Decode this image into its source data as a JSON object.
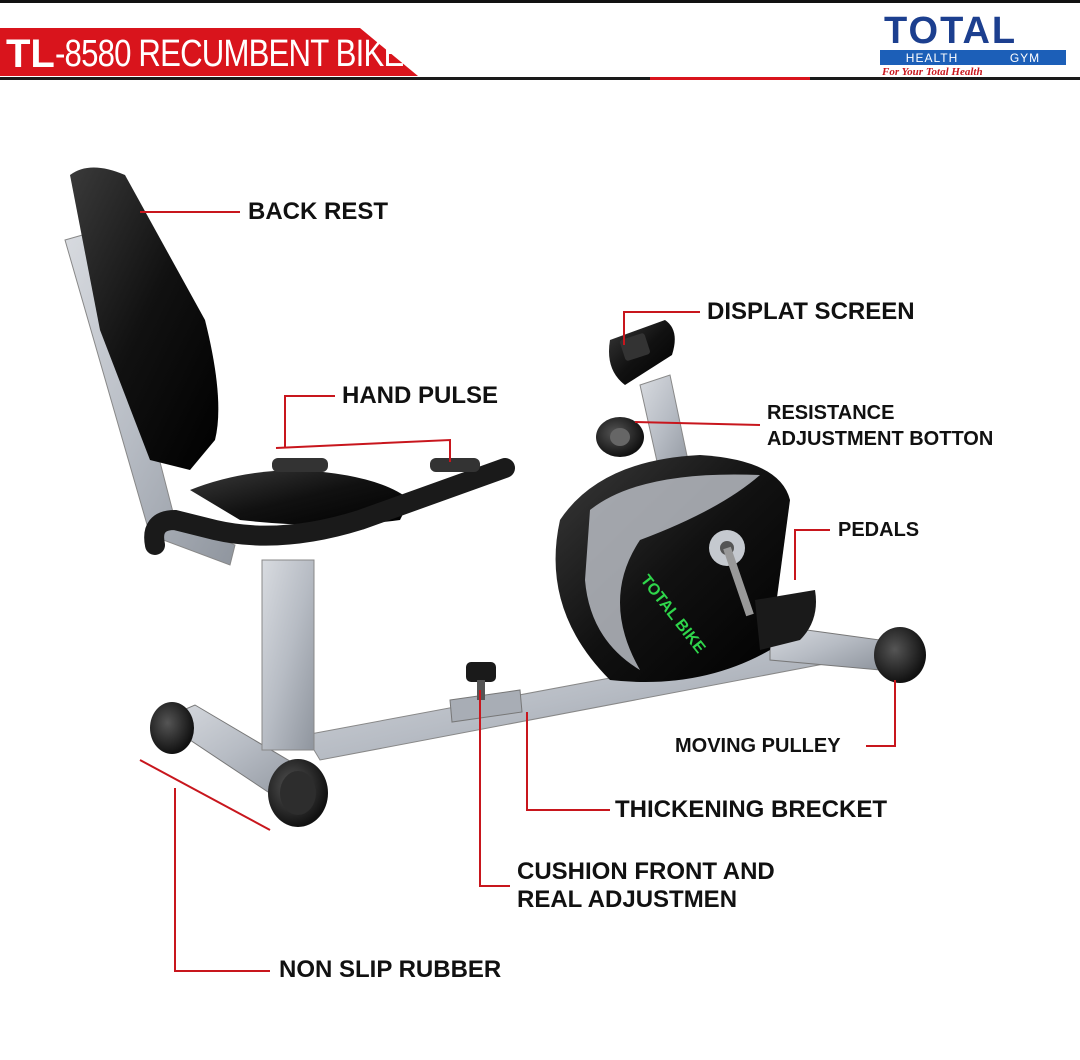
{
  "header": {
    "title_prefix": "TL",
    "title": "-8580 RECUMBENT BIKE",
    "accent_color": "#d9141c"
  },
  "logo": {
    "name": "TOTAL",
    "band_left": "HEALTH",
    "band_right": "GYM",
    "tagline": "For Your Total Health"
  },
  "labels": {
    "back_rest": "BACK REST",
    "display_screen": "DISPLAT SCREEN",
    "hand_pulse": "HAND PULSE",
    "resistance_line1": "RESISTANCE",
    "resistance_line2": "ADJUSTMENT BOTTON",
    "pedals": "PEDALS",
    "moving_pulley": "MOVING PULLEY",
    "thickening_bracket": "THICKENING BRECKET",
    "cushion_line1": "CUSHION FRONT AND",
    "cushion_line2": "REAL ADJUSTMEN",
    "non_slip_rubber": "NON SLIP RUBBER"
  },
  "product_branding": "TOTAL BIKE"
}
